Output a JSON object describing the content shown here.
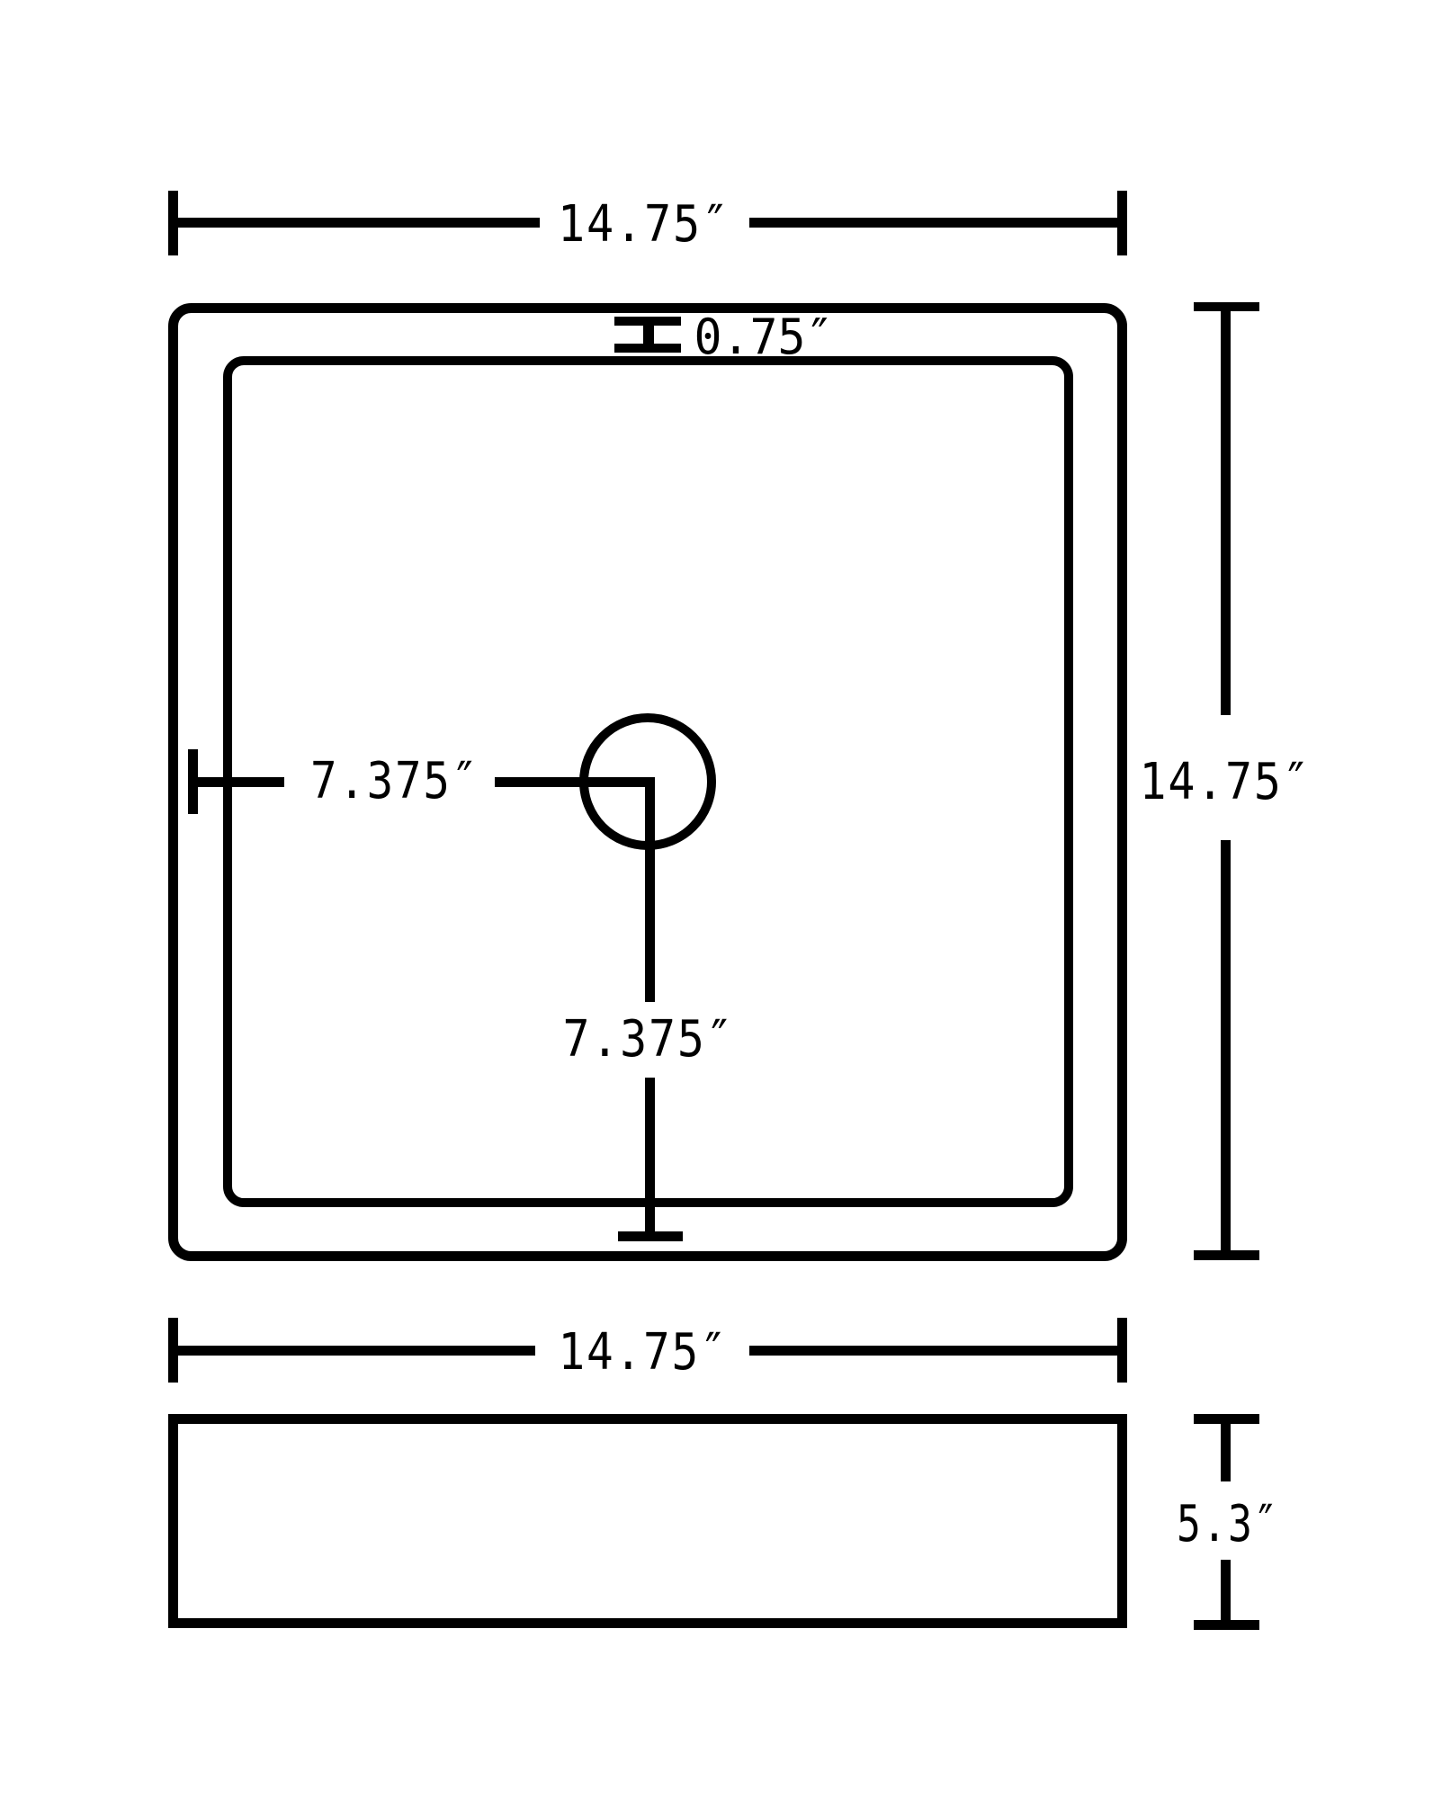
{
  "diagram": {
    "type": "technical-drawing",
    "subject": "square vessel sink",
    "stroke_color": "#000000",
    "background_color": "#ffffff",
    "top_view": {
      "width_label": "14.75″",
      "depth_label": "14.75″",
      "rim_label": "0.75″",
      "drain_offset_x_label": "7.375″",
      "drain_offset_y_label": "7.375″"
    },
    "side_view": {
      "width_label": "14.75″",
      "height_label": "5.3″"
    }
  }
}
